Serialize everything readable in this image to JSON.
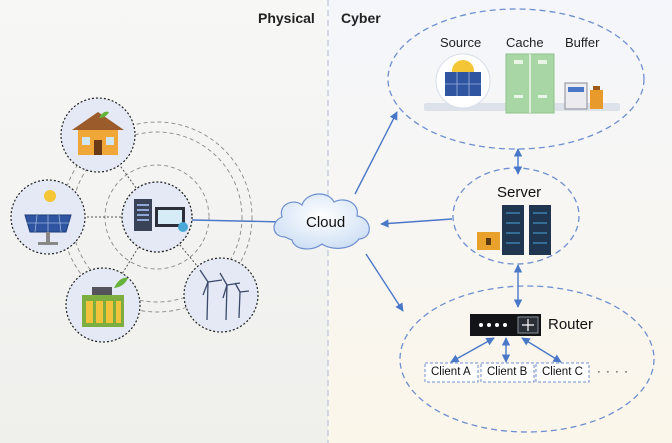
{
  "sections": {
    "physical": "Physical",
    "cyber": "Cyber"
  },
  "cloud": {
    "label": "Cloud"
  },
  "storage": {
    "source": "Source",
    "cache": "Cache",
    "buffer": "Buffer"
  },
  "server": {
    "label": "Server"
  },
  "router": {
    "label": "Router",
    "clients": [
      "Client A",
      "Client B",
      "Client C"
    ],
    "ellipsis": "· · · ·"
  },
  "colors": {
    "accent_blue": "#4a78c8",
    "dashed_blue": "#6e8fd0",
    "divider": "#b9c4d8",
    "node_fill": "#e4e9f5"
  }
}
